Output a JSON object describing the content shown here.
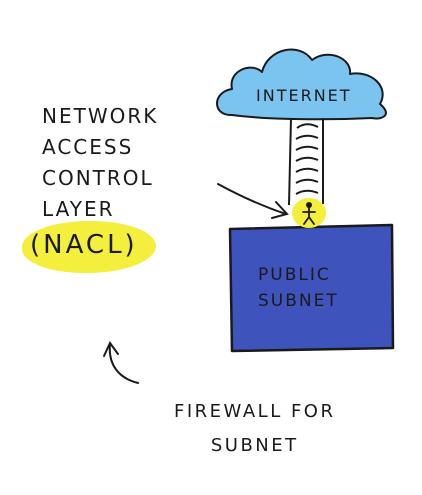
{
  "diagram": {
    "annotation": {
      "lines": [
        "NETWORK",
        "ACCESS",
        "CONTROL",
        "LAYER"
      ],
      "abbreviation": "(NACL)"
    },
    "cloud": {
      "label": "INTERNET"
    },
    "subnet": {
      "lines": [
        "PUBLIC",
        "SUBNET"
      ]
    },
    "caption": {
      "lines": [
        "FIREWALL FOR",
        "SUBNET"
      ]
    },
    "colors": {
      "cloud_fill": "#7cc4f0",
      "subnet_fill": "#3f53bd",
      "highlight": "#f4ee3c",
      "ink": "#1a1a1a"
    },
    "icons": [
      "cloud-icon",
      "ladder-icon",
      "stick-figure-icon",
      "arrow-icon"
    ]
  }
}
